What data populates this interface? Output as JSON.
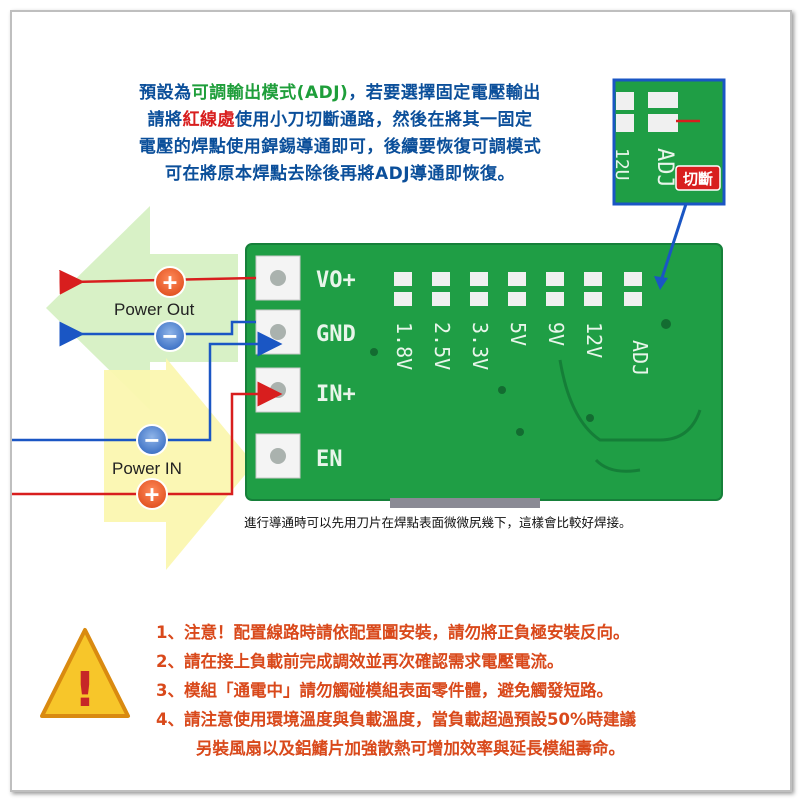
{
  "intro": {
    "l1_a": "預設為",
    "l1_b": "可調輸出模式(ADJ)",
    "l1_c": "，若要選擇固定電壓輸出",
    "l2_a": "請將",
    "l2_b": "紅線處",
    "l2_c": "使用小刀切斷通路，然後在將其一固定",
    "l3": "電壓的焊點使用銲錫導通即可，後續要恢復可調模式",
    "l4": "可在將原本焊點去除後再將ADJ導通即恢復。"
  },
  "inset": {
    "label": "切斷",
    "pcb_text_1": "12U",
    "pcb_text_2": "ADJ"
  },
  "board": {
    "pins": [
      "VO+",
      "GND",
      "IN+",
      "EN"
    ],
    "voltages": [
      "1.8V",
      "2.5V",
      "3.3V",
      "5V",
      "9V",
      "12V",
      "ADJ"
    ]
  },
  "power_out": {
    "label": "Power Out",
    "plus": "+",
    "minus": "−"
  },
  "power_in": {
    "label": "Power IN",
    "plus": "+",
    "minus": "−"
  },
  "note": "進行導通時可以先用刀片在焊點表面微微尻幾下，這樣會比較好焊接。",
  "warnings": [
    "1、注意！配置線路時請依配置圖安裝，請勿將正負極安裝反向。",
    "2、請在接上負載前完成調效並再次確認需求電壓電流。",
    "3、模組「通電中」請勿觸碰模組表面零件體，避免觸發短路。",
    "4、請注意使用環境溫度與負載溫度，當負載超過預設50%時建議",
    "另裝風扇以及鋁鰭片加強散熱可增加效率與延長模組壽命。"
  ],
  "warning_icon": {
    "symbol": "!",
    "name": "warning-triangle-icon"
  },
  "colors": {
    "pcb": "#1f9e45",
    "pcb_text": "#e8f5ea",
    "intro_blue": "#0b4f9a",
    "intro_green": "#1e9e3a",
    "red": "#d81e1e",
    "warn_orange": "#d9491b",
    "arrow_green": "#d4f0c0",
    "arrow_yellow": "#fbf7b0",
    "wire_blue": "#1a56c4"
  }
}
